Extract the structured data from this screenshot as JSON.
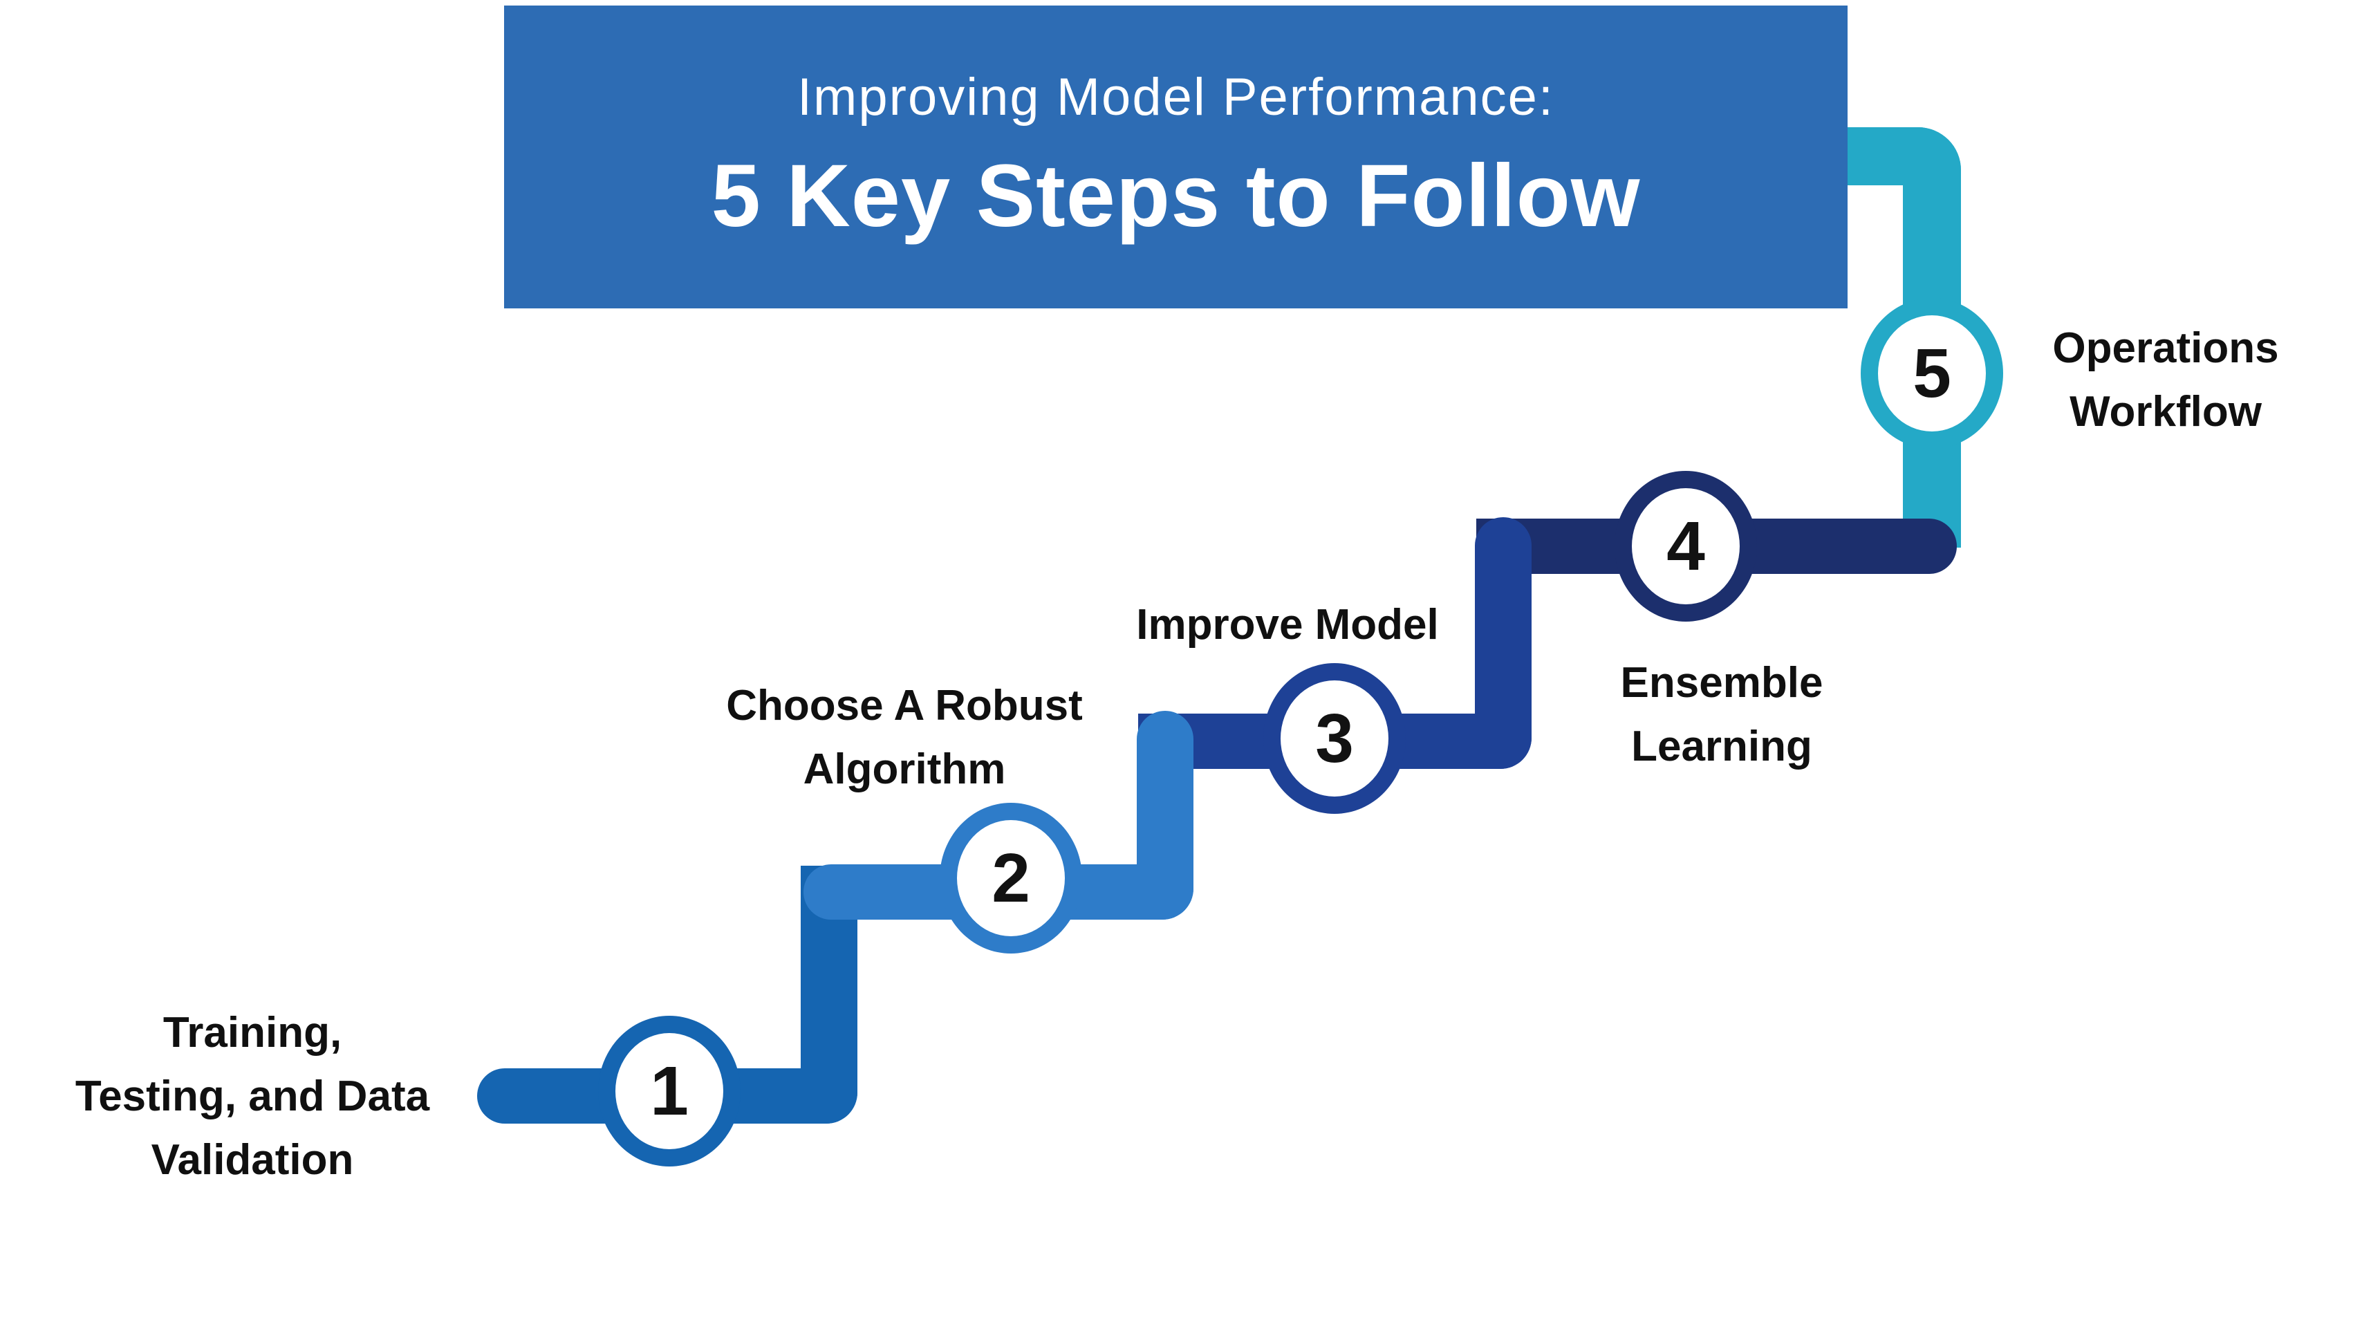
{
  "title": {
    "line1": "Improving Model Performance:",
    "line2": "5 Key Steps to Follow"
  },
  "colors": {
    "background": "#FFFFFF",
    "banner": "#2D6CB4",
    "step1": "#1565B1",
    "step2": "#2E7CC9",
    "step3": "#1E4196",
    "step4": "#1C2F6D",
    "step5": "#24A9C7",
    "label_text": "#101010",
    "number_text": "#121212",
    "title_text": "#FFFFFF"
  },
  "steps": [
    {
      "num": "1",
      "label": "Training,\nTesting, and Data\nValidation",
      "color": "#1565B1"
    },
    {
      "num": "2",
      "label": "Choose A Robust\nAlgorithm",
      "color": "#2E7CC9"
    },
    {
      "num": "3",
      "label": "Improve Model",
      "color": "#1E4196"
    },
    {
      "num": "4",
      "label": "Ensemble\nLearning",
      "color": "#1C2F6D"
    },
    {
      "num": "5",
      "label": "Operations\nWorkflow",
      "color": "#24A9C7"
    }
  ]
}
